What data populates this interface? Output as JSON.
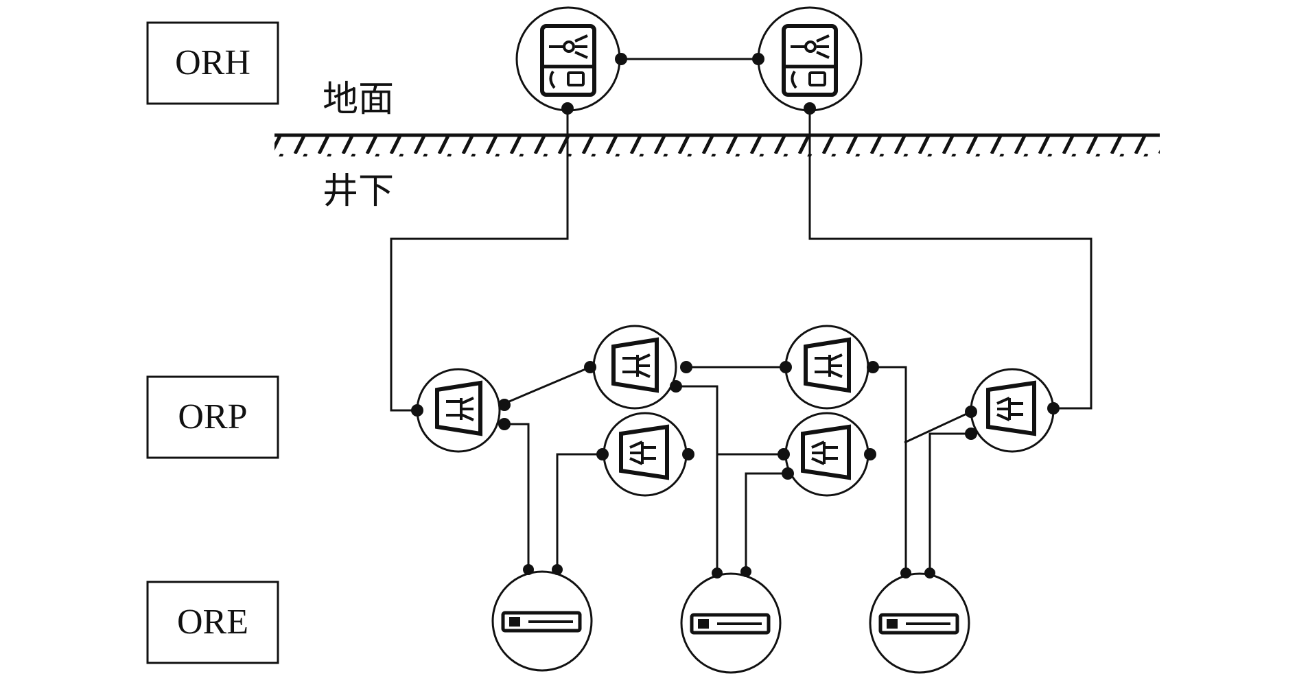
{
  "tiers": {
    "orh": "ORH",
    "orp": "ORP",
    "ore": "ORE"
  },
  "ground": {
    "above": "地面",
    "below": "井下"
  },
  "nodes": {
    "orh": [
      {
        "id": "orh-1",
        "kind": "head-end"
      },
      {
        "id": "orh-2",
        "kind": "head-end"
      }
    ],
    "orp": [
      {
        "id": "orp-1",
        "kind": "splitter-left"
      },
      {
        "id": "orp-2",
        "kind": "splitter-left"
      },
      {
        "id": "orp-3",
        "kind": "splitter-left"
      },
      {
        "id": "orp-4",
        "kind": "splitter-right"
      },
      {
        "id": "orp-5",
        "kind": "splitter-right"
      },
      {
        "id": "orp-6",
        "kind": "splitter-right"
      }
    ],
    "ore": [
      {
        "id": "ore-1",
        "kind": "endpoint"
      },
      {
        "id": "ore-2",
        "kind": "endpoint"
      },
      {
        "id": "ore-3",
        "kind": "endpoint"
      }
    ]
  },
  "links": [
    [
      "orh-1",
      "orh-2"
    ],
    [
      "orh-1",
      "orp-1"
    ],
    [
      "orh-2",
      "orp-6"
    ],
    [
      "orp-1",
      "orp-2"
    ],
    [
      "orp-2",
      "orp-3"
    ],
    [
      "orp-1",
      "ore-1"
    ],
    [
      "orp-4",
      "ore-1"
    ],
    [
      "orp-2",
      "ore-2"
    ],
    [
      "orp-5",
      "ore-2"
    ],
    [
      "orp-6",
      "ore-3"
    ]
  ],
  "colors": {
    "ink": "#111111",
    "background": "#ffffff"
  }
}
